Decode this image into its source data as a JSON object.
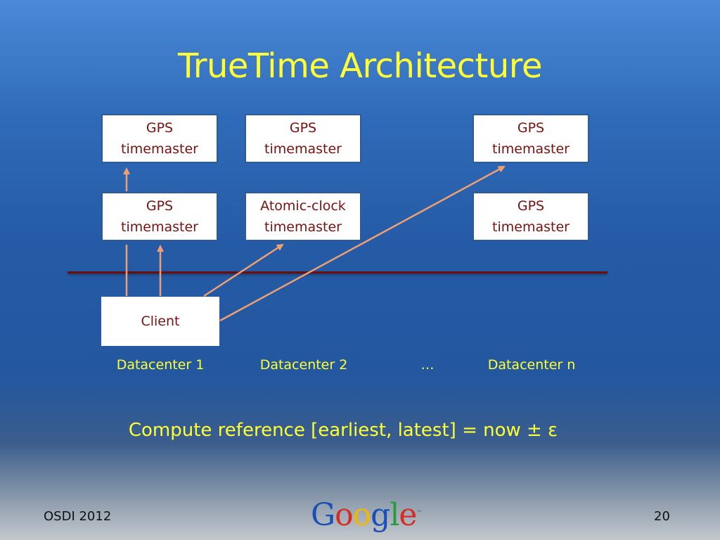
{
  "slide": {
    "title": "TrueTime Architecture",
    "formula": "Compute reference [earliest, latest] = now ± ε",
    "footer_left": "OSDI 2012",
    "page_number": "20",
    "logo": {
      "letters": [
        "G",
        "o",
        "o",
        "g",
        "l",
        "e"
      ],
      "colors": [
        "#1a4fb5",
        "#d62d20",
        "#f2b705",
        "#1a4fb5",
        "#2a9a3e",
        "#d62d20"
      ],
      "trademark": "™"
    }
  },
  "diagram": {
    "boxes": {
      "dc1_top": {
        "line1": "GPS",
        "line2": "timemaster"
      },
      "dc2_top": {
        "line1": "GPS",
        "line2": "timemaster"
      },
      "dcn_top": {
        "line1": "GPS",
        "line2": "timemaster"
      },
      "dc1_mid": {
        "line1": "GPS",
        "line2": "timemaster"
      },
      "dc2_mid": {
        "line1": "Atomic-clock",
        "line2": "timemaster"
      },
      "dcn_mid": {
        "line1": "GPS",
        "line2": "timemaster"
      }
    },
    "client": "Client",
    "datacenters": [
      "Datacenter 1",
      "Datacenter 2",
      "…",
      "Datacenter n"
    ],
    "colors": {
      "title": "#ffff33",
      "box_text": "#7a1010",
      "box_border": "#2f5a96",
      "arrow": "#f0a070",
      "divider": "#6a0d0d"
    }
  }
}
